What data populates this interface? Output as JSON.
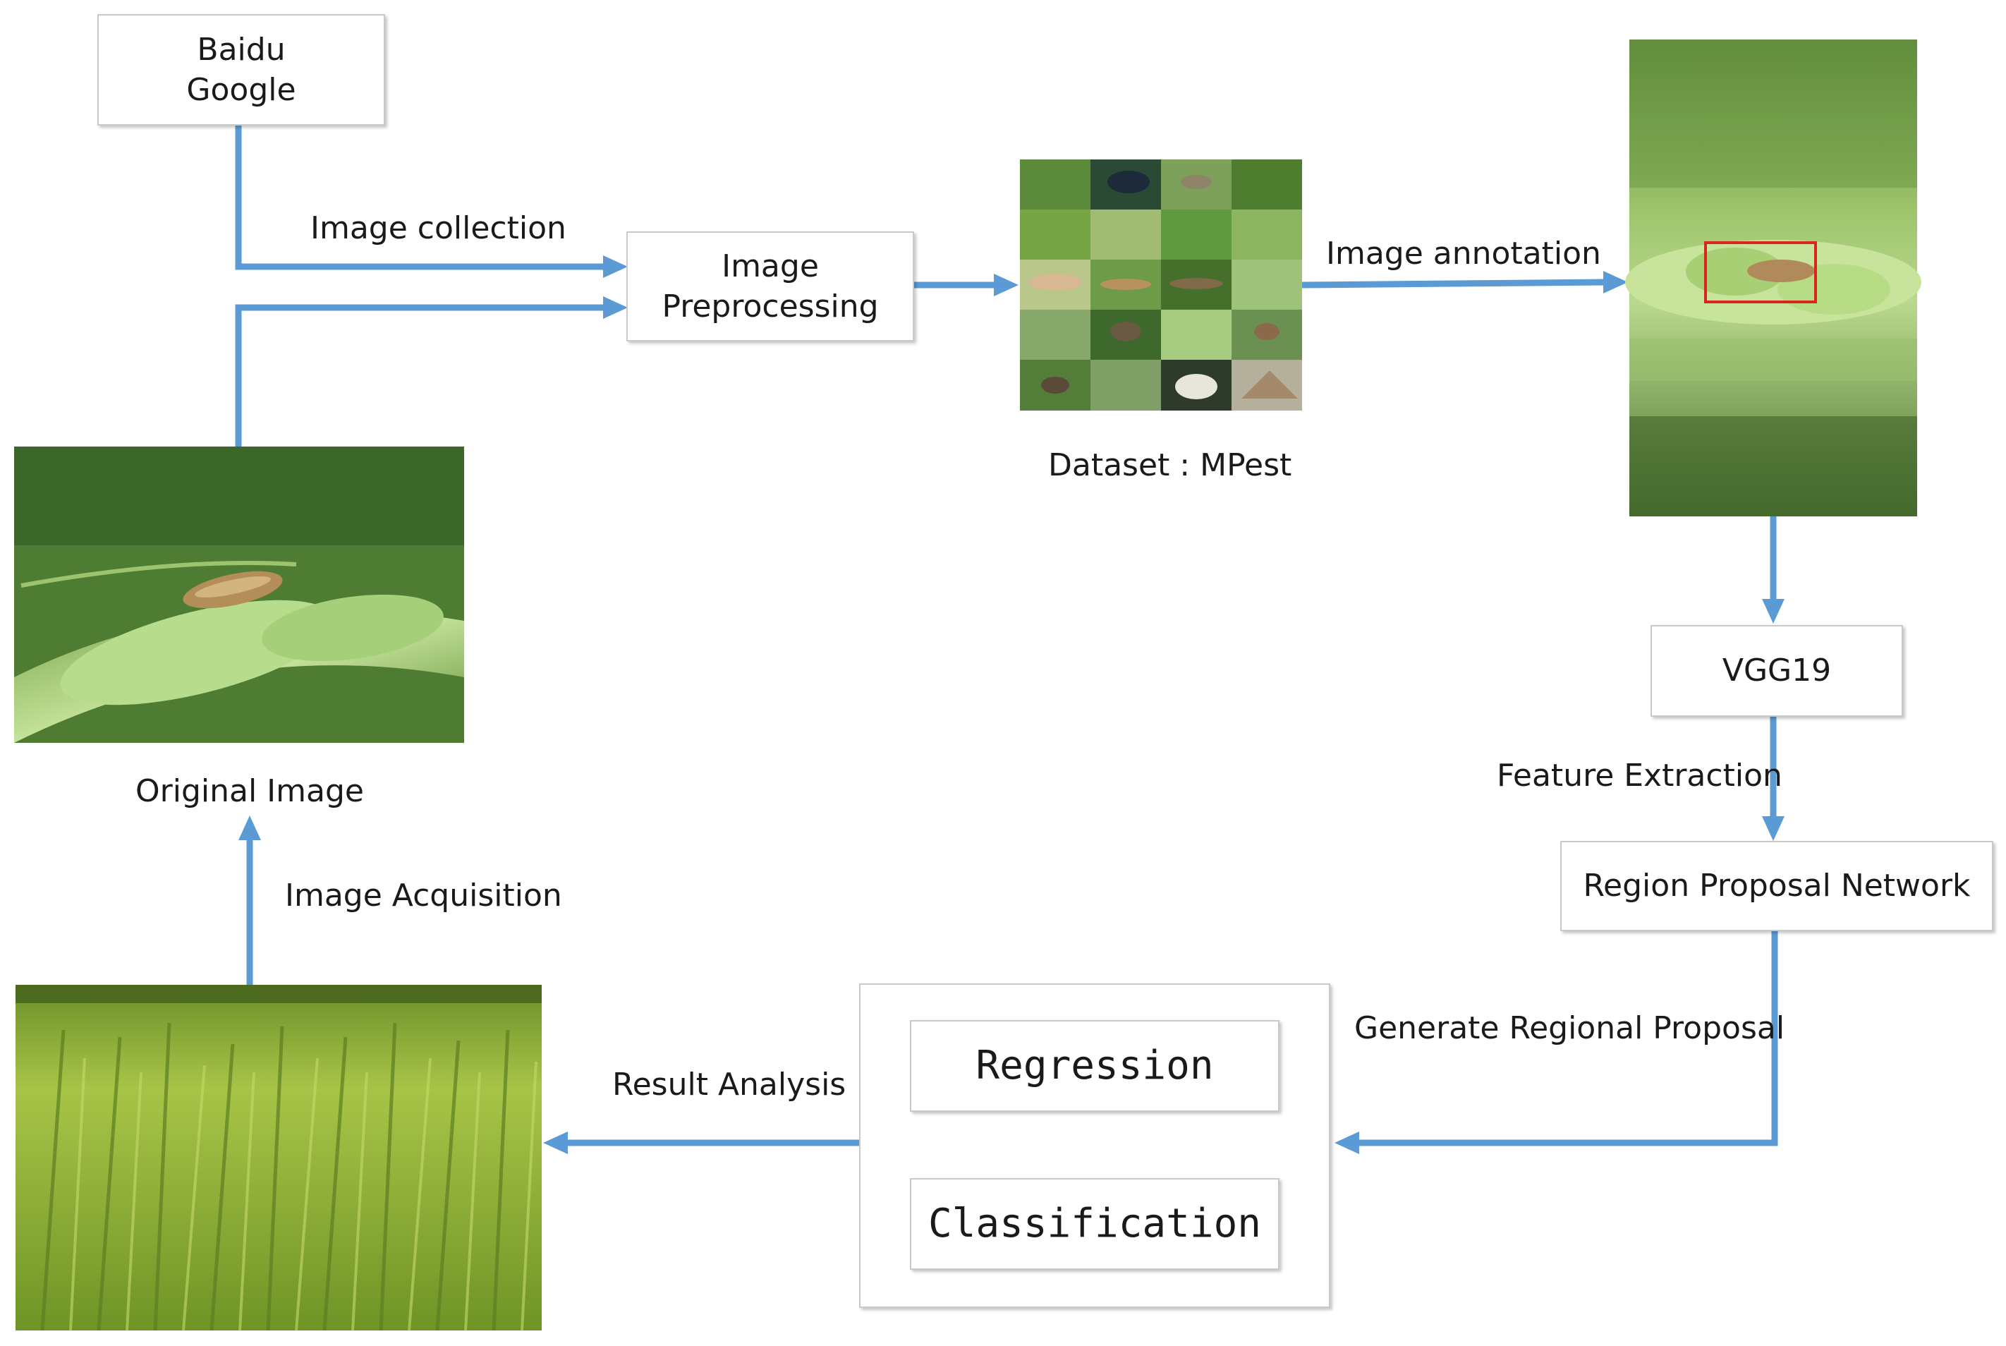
{
  "nodes": {
    "search_sources": [
      "Baidu",
      "Google"
    ],
    "preprocessing": [
      "Image",
      "Preprocessing"
    ],
    "vgg": "VGG19",
    "rpn": "Region Proposal Network",
    "regression": "Regression",
    "classification": "Classification"
  },
  "labels": {
    "image_collection": "Image collection",
    "image_annotation": "Image annotation",
    "dataset": "Dataset : MPest",
    "original_image": "Original Image",
    "image_acquisition": "Image Acquisition",
    "feature_extraction": "Feature Extraction",
    "generate_proposal": "Generate Regional Proposal",
    "result_analysis": "Result Analysis"
  },
  "colors": {
    "arrow": "#5b9bd5",
    "annotation_box": "#d9261c"
  }
}
